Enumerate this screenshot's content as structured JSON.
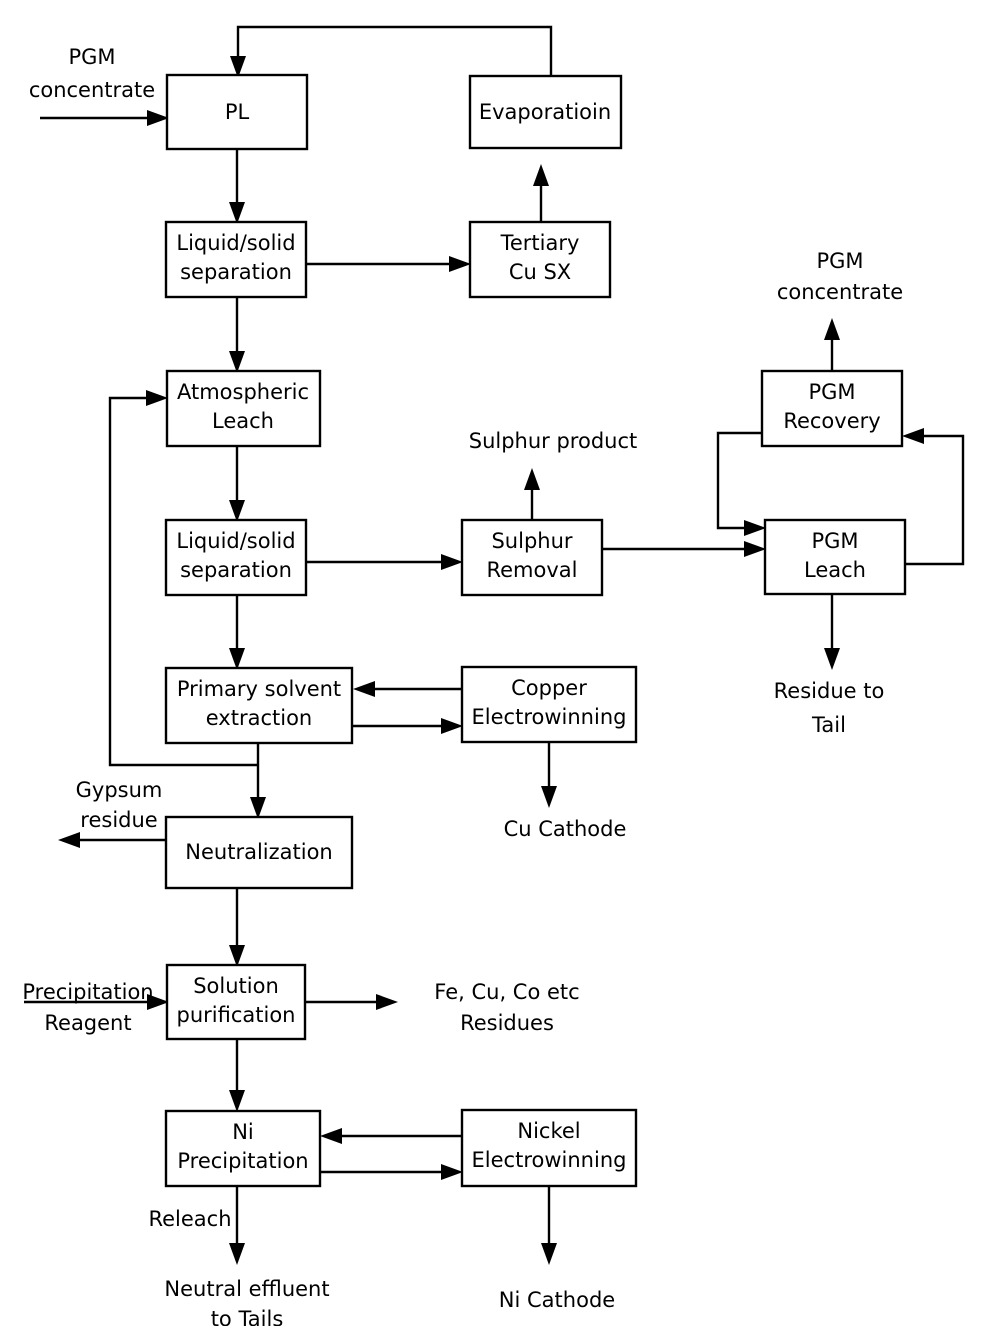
{
  "diagram": {
    "title": "PGM concentrate hydrometallurgical process flowsheet",
    "colors": {
      "line": "#000000",
      "box_fill": "#ffffff",
      "background": "#ffffff"
    },
    "boxes": [
      {
        "id": "pl",
        "line1": "PL",
        "line2": ""
      },
      {
        "id": "evaporation",
        "line1": "Evaporatioin",
        "line2": ""
      },
      {
        "id": "lss1",
        "line1": "Liquid/solid",
        "line2": "separation"
      },
      {
        "id": "tertiary_cusx",
        "line1": "Tertiary",
        "line2": "Cu SX"
      },
      {
        "id": "atm_leach",
        "line1": "Atmospheric",
        "line2": "Leach"
      },
      {
        "id": "lss2",
        "line1": "Liquid/solid",
        "line2": "separation"
      },
      {
        "id": "sulphur_rem",
        "line1": "Sulphur",
        "line2": "Removal"
      },
      {
        "id": "pgm_recovery",
        "line1": "PGM",
        "line2": "Recovery"
      },
      {
        "id": "pgm_leach",
        "line1": "PGM",
        "line2": "Leach"
      },
      {
        "id": "primary_sx",
        "line1": "Primary solvent",
        "line2": "extraction"
      },
      {
        "id": "cu_ew",
        "line1": "Copper",
        "line2": "Electrowinning"
      },
      {
        "id": "neutralization",
        "line1": "Neutralization",
        "line2": ""
      },
      {
        "id": "sol_purif",
        "line1": "Solution",
        "line2": "purification"
      },
      {
        "id": "ni_precip",
        "line1": "Ni",
        "line2": "Precipitation"
      },
      {
        "id": "ni_ew",
        "line1": "Nickel",
        "line2": "Electrowinning"
      }
    ],
    "labels": [
      {
        "id": "feed_pgm_conc",
        "line1": "PGM",
        "line2": "concentrate"
      },
      {
        "id": "pgm_conc_out",
        "line1": "PGM",
        "line2": "concentrate"
      },
      {
        "id": "sulphur_product",
        "line1": "Sulphur product",
        "line2": ""
      },
      {
        "id": "residue_to_tail",
        "line1": "Residue to",
        "line2": "Tail"
      },
      {
        "id": "gypsum_residue",
        "line1": "Gypsum",
        "line2": "residue"
      },
      {
        "id": "cu_cathode",
        "line1": "Cu Cathode",
        "line2": ""
      },
      {
        "id": "precip_reagent",
        "line1": "Precipitation",
        "line2": "Reagent"
      },
      {
        "id": "fe_cu_co_residues",
        "line1": "Fe, Cu, Co etc",
        "line2": "Residues"
      },
      {
        "id": "releach",
        "line1": "Releach",
        "line2": ""
      },
      {
        "id": "neutral_effluent",
        "line1": "Neutral effluent",
        "line2": "to Tails"
      },
      {
        "id": "ni_cathode",
        "line1": "Ni Cathode",
        "line2": ""
      }
    ]
  }
}
